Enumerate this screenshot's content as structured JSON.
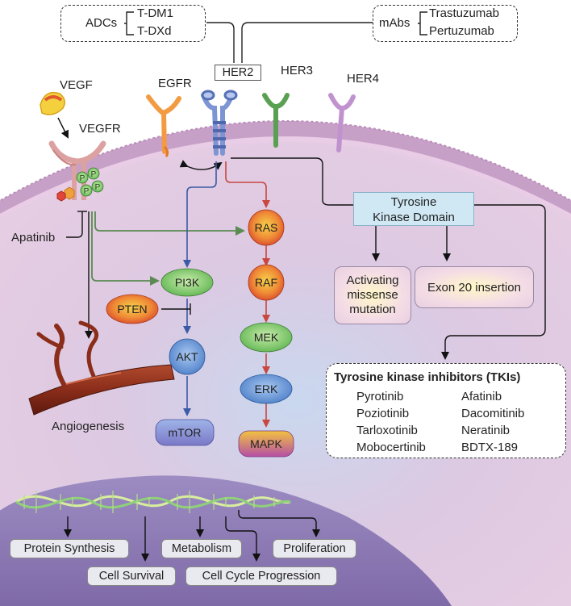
{
  "adcs": {
    "label": "ADCs",
    "items": [
      "T-DM1",
      "T-DXd"
    ]
  },
  "mabs": {
    "label": "mAbs",
    "items": [
      "Trastuzumab",
      "Pertuzumab"
    ]
  },
  "receptors": {
    "her2": "HER2",
    "egfr": "EGFR",
    "her3": "HER3",
    "her4": "HER4",
    "vegf": "VEGF",
    "vegfr": "VEGFR"
  },
  "phospho_label": "P",
  "apatinib": "Apatinib",
  "angiogenesis": "Angiogenesis",
  "pi3k_path": {
    "pi3k": "PI3K",
    "pten": "PTEN",
    "akt": "AKT",
    "mtor": "mTOR"
  },
  "mapk_path": {
    "ras": "RAS",
    "raf": "RAF",
    "mek": "MEK",
    "erk": "ERK",
    "mapk": "MAPK"
  },
  "tkd": {
    "line1": "Tyrosine",
    "line2": "Kinase Domain"
  },
  "mutations": {
    "missense": [
      "Activating",
      "missense",
      "mutation"
    ],
    "exon20": "Exon 20 insertion"
  },
  "tkis": {
    "title": "Tyrosine kinase inhibitors (TKIs)",
    "left": [
      "Pyrotinib",
      "Poziotinib",
      "Tarloxotinib",
      "Mobocertinib"
    ],
    "right": [
      "Afatinib",
      "Dacomitinib",
      "Neratinib",
      "BDTX-189"
    ]
  },
  "outcomes": {
    "protein_synthesis": "Protein Synthesis",
    "cell_survival": "Cell Survival",
    "metabolism": "Metabolism",
    "cell_cycle": "Cell Cycle Progression",
    "proliferation": "Proliferation"
  },
  "colors": {
    "cell_fill": "#e6cde2",
    "membrane": "#c99cc4",
    "nucleus": "#8e7ab2",
    "egfr_receptor": "#f39a3d",
    "her2_receptor": "#6e86c6",
    "her3_receptor": "#5a9a52",
    "her4_receptor": "#b889c4",
    "blue_arrow": "#3b5aa6",
    "red_arrow": "#c8473f",
    "green_arrow": "#5b8a52",
    "tkd_fill": "#cfe8f4"
  }
}
